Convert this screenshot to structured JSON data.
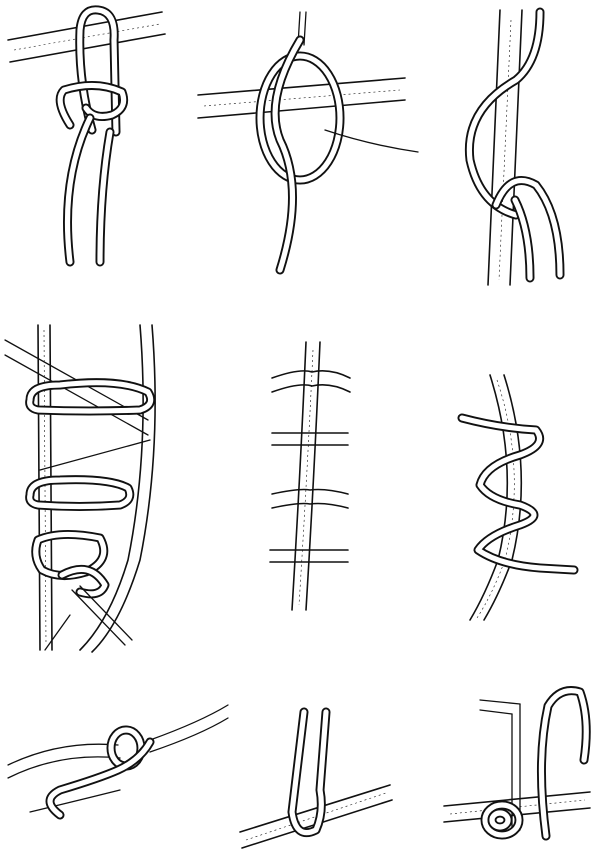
{
  "figures": [
    {
      "id": "f1"
    },
    {
      "id": "f2"
    },
    {
      "id": "f3"
    },
    {
      "id": "f4"
    },
    {
      "id": "f5"
    },
    {
      "id": "f6"
    },
    {
      "id": "f7"
    },
    {
      "id": "f8"
    },
    {
      "id": "f9"
    }
  ],
  "colors": {
    "ink": "#111111",
    "paper": "#ffffff"
  }
}
